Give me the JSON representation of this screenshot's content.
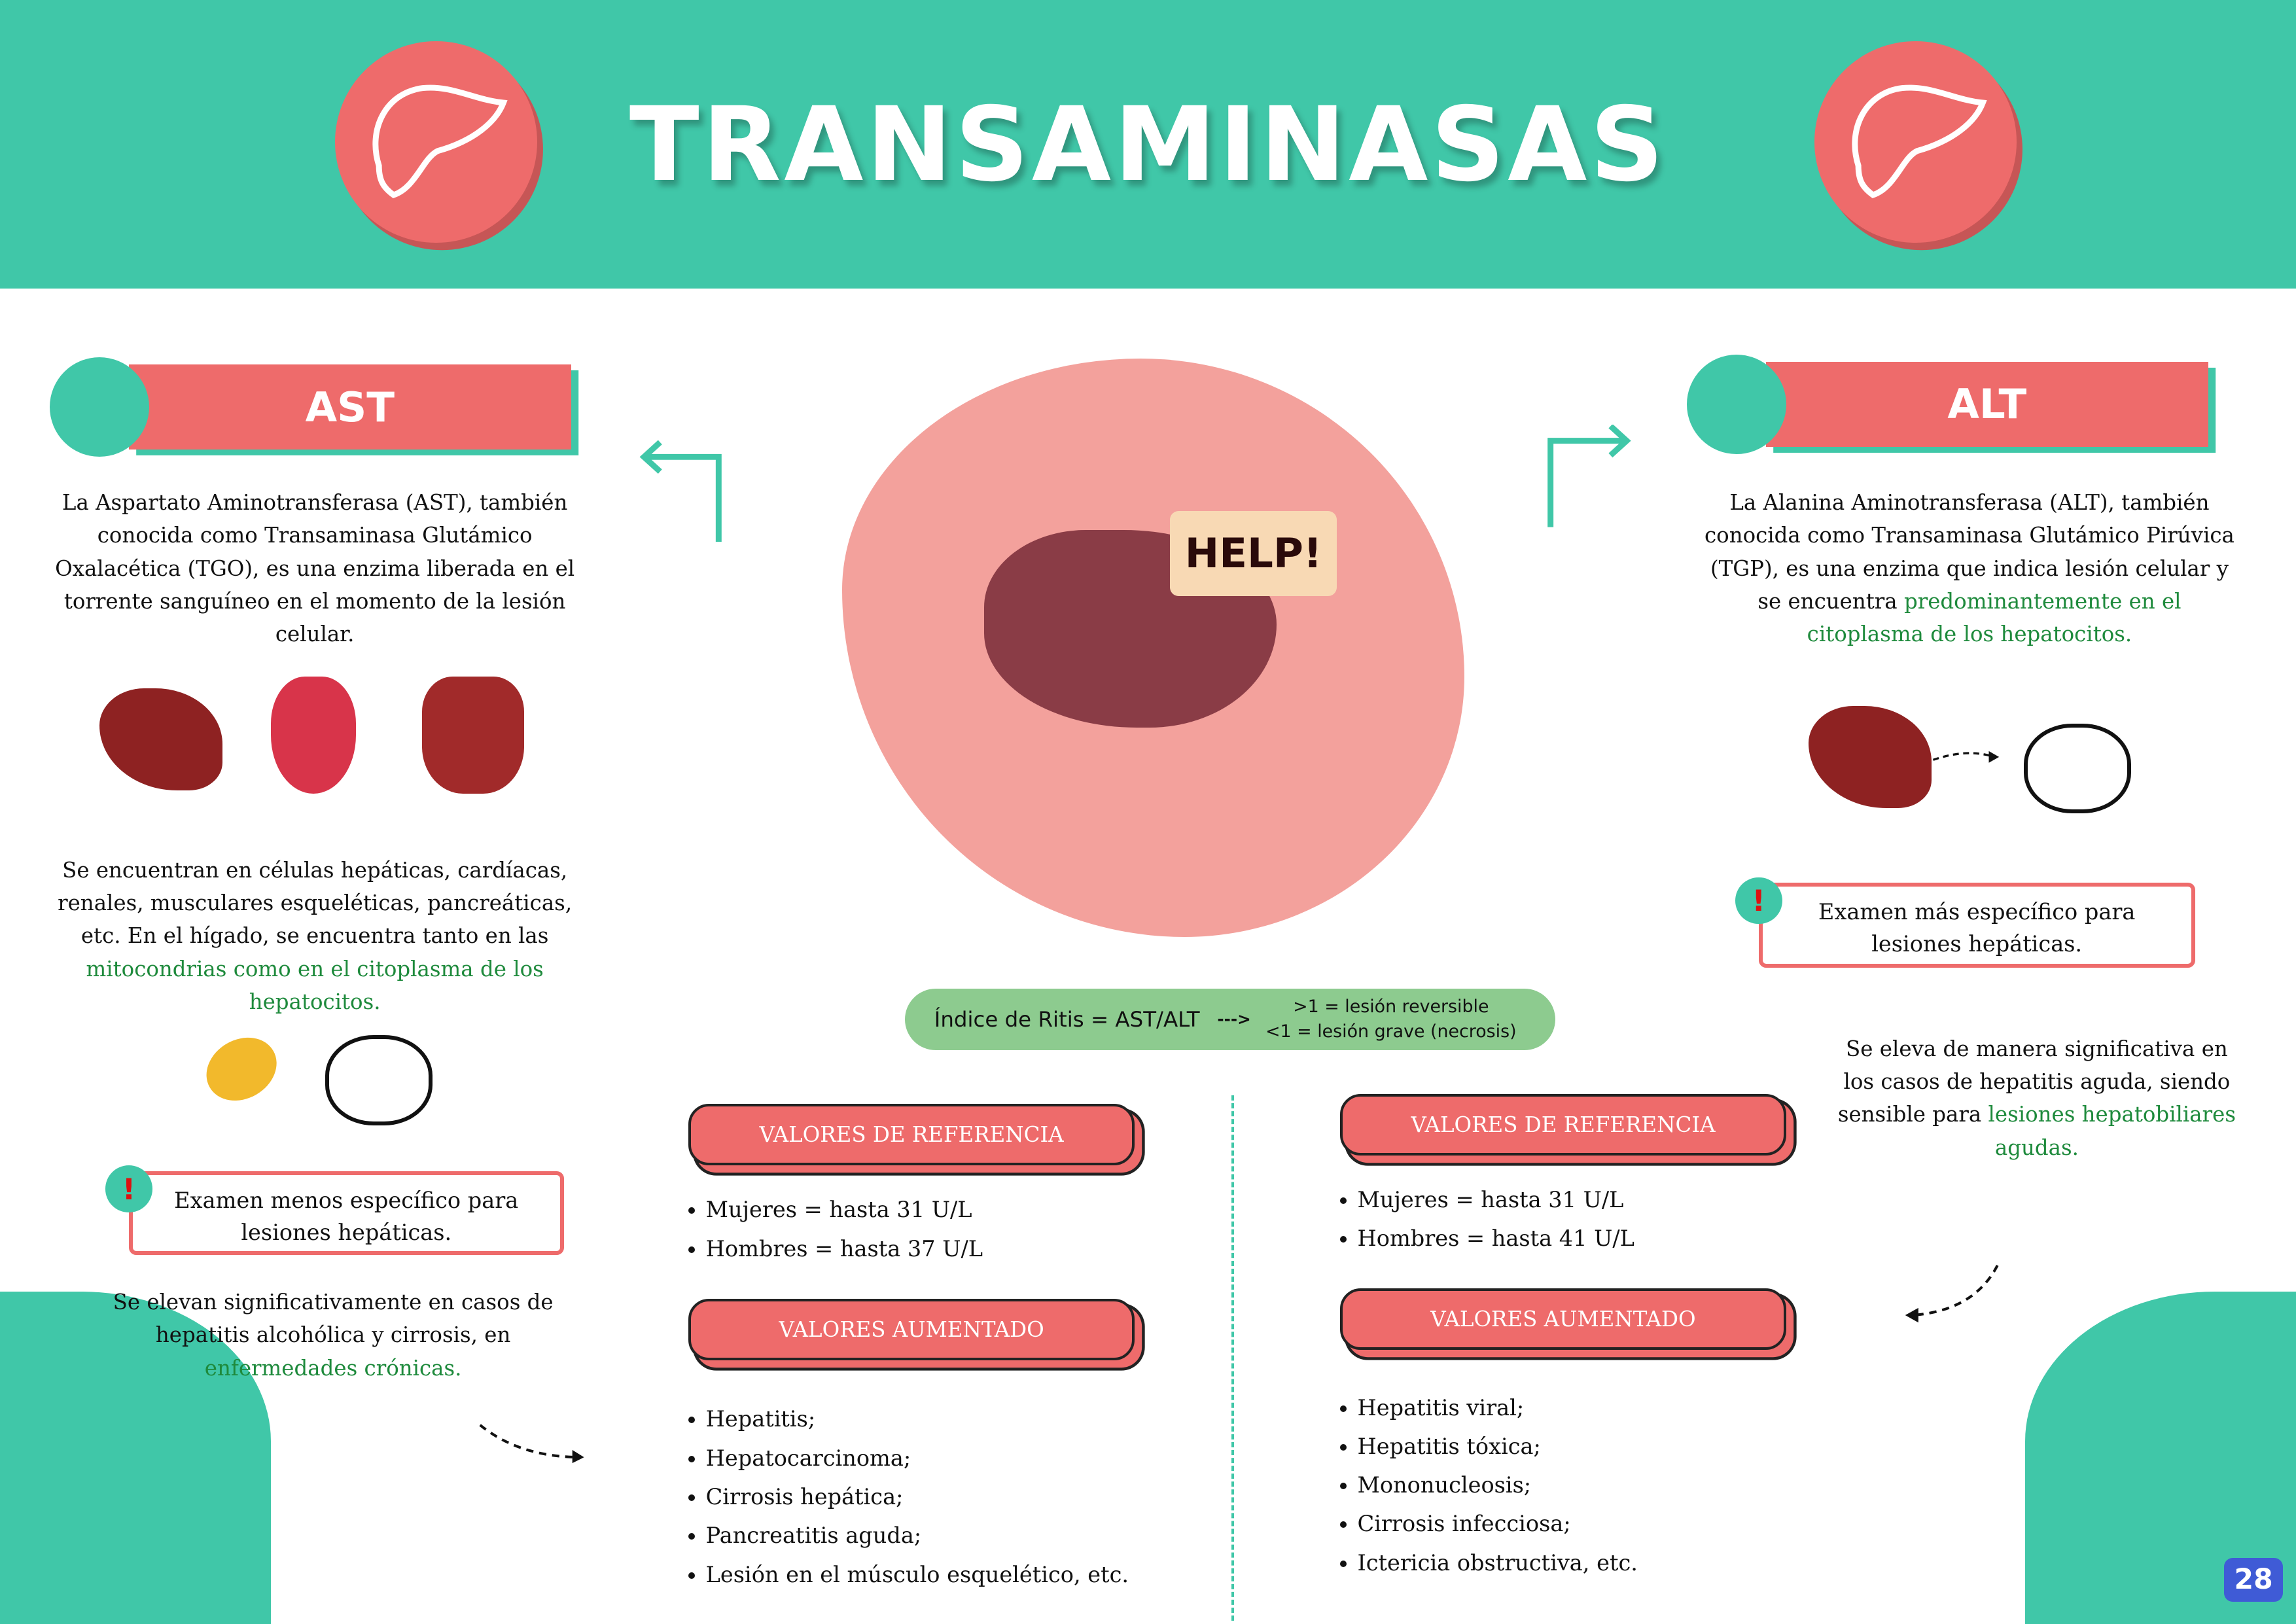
{
  "header": {
    "title": "TRANSAMINASAS",
    "icon_left": "liver-icon",
    "icon_right": "liver-icon"
  },
  "ast": {
    "title": "AST",
    "description": "La Aspartato Aminotransferasa (AST), también conocida como Transaminasa Glutámico Oxalacética (TGO), es una enzima liberada en el torrente sanguíneo en el momento de la lesión celular.",
    "location_plain": "Se encuentran en células hepáticas, cardíacas, renales, musculares esqueléticas, pancreáticas, etc. En el hígado, se encuentra tanto en las ",
    "location_highlight": "mitocondrias como en el citoplasma de los hepatocitos.",
    "note": "Examen menos específico para lesiones hepáticas.",
    "elevation_plain": "Se elevan significativamente en casos de hepatitis alcohólica y cirrosis, en ",
    "elevation_highlight": "enfermedades crónicas.",
    "reference_label": "VALORES DE REFERENCIA",
    "reference_values": [
      "Mujeres = hasta 31 U/L",
      "Hombres = hasta 37 U/L"
    ],
    "increased_label": "VALORES AUMENTADO",
    "increased_values": [
      "Hepatitis;",
      "Hepatocarcinoma;",
      "Cirrosis hepática;",
      "Pancreatitis aguda;",
      "Lesión en el músculo esquelético, etc."
    ]
  },
  "alt": {
    "title": "ALT",
    "description_plain": "La Alanina Aminotransferasa (ALT), también conocida como Transaminasa Glutámico Pirúvica (TGP), es una enzima que indica lesión celular y se encuentra ",
    "description_highlight": "predominantemente en el citoplasma de los hepatocitos.",
    "note": "Examen más específico para lesiones hepáticas.",
    "elevation_plain": "Se eleva de manera significativa en los casos de hepatitis aguda, siendo sensible para ",
    "elevation_highlight": "lesiones hepatobiliares agudas.",
    "reference_label": "VALORES DE REFERENCIA",
    "reference_values": [
      "Mujeres = hasta 31 U/L",
      "Hombres = hasta 41 U/L"
    ],
    "increased_label": "VALORES AUMENTADO",
    "increased_values": [
      "Hepatitis viral;",
      "Hepatitis tóxica;",
      "Mononucleosis;",
      "Cirrosis infecciosa;",
      "Ictericia obstructiva, etc."
    ]
  },
  "center": {
    "sign": "HELP!"
  },
  "ritis": {
    "formula": "Índice de Ritis = AST/ALT",
    "arrow": "--->",
    "gt": ">1 = lesión reversible",
    "lt": "<1 = lesión grave (necrosis)"
  },
  "page_number": "28",
  "colors": {
    "teal": "#40C7A8",
    "coral": "#EE6B6B",
    "highlight": "#1E8A3C",
    "ritis": "#8DCB8F",
    "page": "#3F5BD6"
  }
}
